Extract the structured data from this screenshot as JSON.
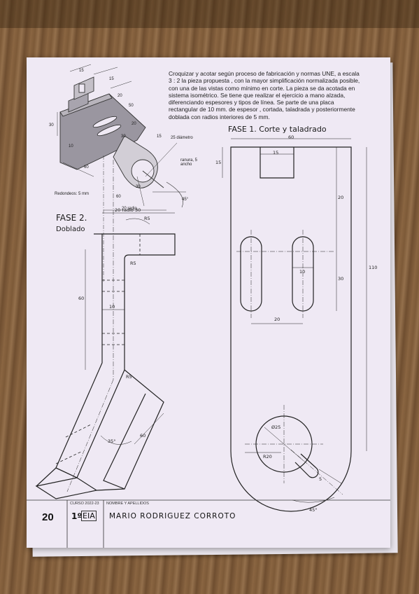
{
  "instructions": "Croquizar y acotar según proceso de fabricación y normas UNE, a escala 3 : 2 la pieza propuesta , con la mayor simplificación normalizada posible, con una de las vistas como mínimo en corte. La pieza se da acotada en sistema isométrico. Se tiene que realizar el ejercicio a mano alzada, diferenciando espesores y tipos de línea. Se parte de una placa rectangular de 10 mm. de espesor , cortada, taladrada y posteriormente doblada con radios interiores de 5 mm.",
  "isometric": {
    "dims": [
      "15",
      "15",
      "20",
      "50",
      "30",
      "20",
      "15",
      "30",
      "10",
      "60",
      "25 diámetro",
      "ranura, 5 ancho",
      "30",
      "60",
      "20 radio",
      "45°"
    ],
    "note": "Redondeos: 5 mm"
  },
  "phase1": {
    "title": "FASE 1. Corte y taladrado",
    "dims": [
      "60",
      "15",
      "15",
      "20",
      "10",
      "20",
      "30",
      "110",
      "Ø25",
      "R20",
      "5",
      "45°"
    ]
  },
  "phase2": {
    "title": "FASE 2.",
    "subtitle": "Doblado",
    "dims": [
      "20 radio 30",
      "R5",
      "R5",
      "60",
      "10",
      "R5",
      "35°",
      "60"
    ]
  },
  "footer": {
    "page_number": "20",
    "course_label": "CURSO 2022-23",
    "name_label": "NOMBRE Y APELLIDOS",
    "course_value": "1º",
    "group_value": "EIA",
    "student_name": "MARIO RODRIGUEZ CORROTO"
  }
}
